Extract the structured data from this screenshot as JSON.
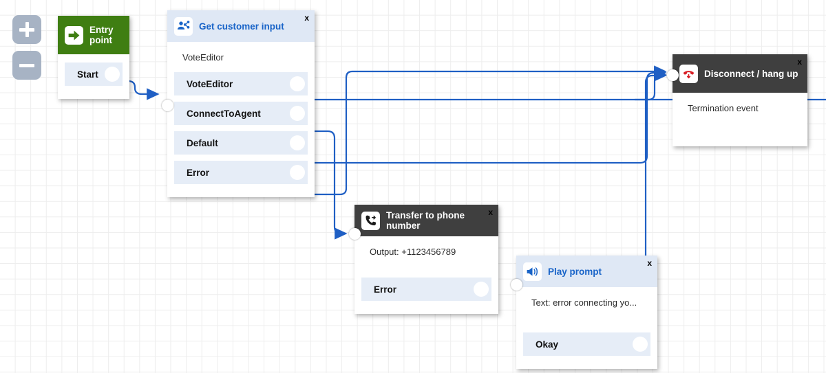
{
  "app": {
    "canvas_label": "flow-canvas",
    "accent_blue": "#1964c8",
    "wire_color": "#1f5fc4",
    "dark_header": "#3f3f3f",
    "light_header": "#dfe8f5",
    "green_header": "#3f7e12",
    "branch_bg": "#e6edf7",
    "grid_color": "#ededed"
  },
  "zoom_controls": {
    "zoom_in_label": "+",
    "zoom_out_label": "−",
    "zoom_in_name": "zoom-in-button",
    "zoom_out_name": "zoom-out-button"
  },
  "nodes": [
    {
      "id": "entry-point",
      "title": "Entry point",
      "icon": "entry-arrow-icon",
      "header_style": "green",
      "close": null,
      "subtitle": null,
      "branches": [
        {
          "label": "Start"
        }
      ]
    },
    {
      "id": "get-customer-input",
      "title": "Get customer input",
      "icon": "customer-input-icon",
      "header_style": "light",
      "close": "x",
      "subtitle": "VoteEditor",
      "branches": [
        {
          "label": "VoteEditor"
        },
        {
          "label": "ConnectToAgent"
        },
        {
          "label": "Default"
        },
        {
          "label": "Error"
        }
      ]
    },
    {
      "id": "disconnect-hang-up",
      "title": "Disconnect / hang up",
      "icon": "phone-hangup-icon",
      "header_style": "dark",
      "close": "x",
      "subtitle": "Termination event",
      "branches": []
    },
    {
      "id": "transfer-to-phone-number",
      "title": "Transfer to phone number",
      "icon": "phone-transfer-icon",
      "header_style": "dark",
      "close": "x",
      "subtitle": "Output: +1123456789",
      "branches": [
        {
          "label": "Error"
        }
      ]
    },
    {
      "id": "play-prompt",
      "title": "Play prompt",
      "icon": "speaker-icon",
      "header_style": "light",
      "close": "x",
      "subtitle": "Text: error connecting yo...",
      "branches": [
        {
          "label": "Okay"
        }
      ]
    }
  ]
}
